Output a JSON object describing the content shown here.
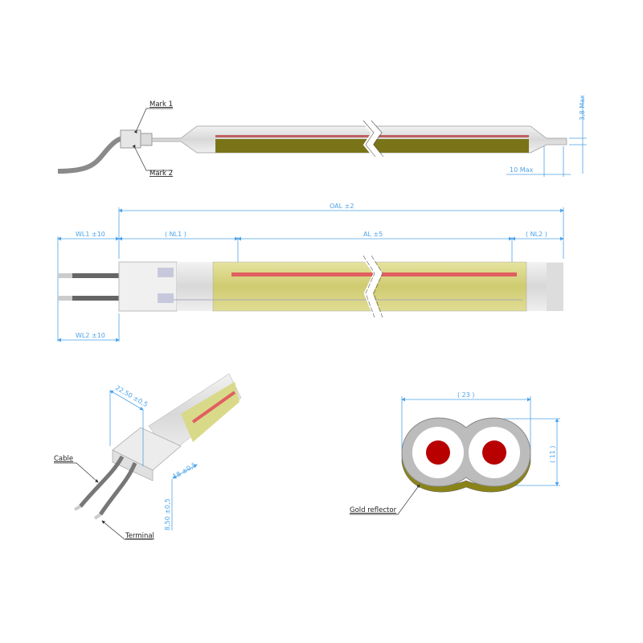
{
  "side_view": {
    "mark1": "Mark 1",
    "mark2": "Mark 2",
    "dim_height": "3,8 Max",
    "dim_length": "10 Max"
  },
  "top_view": {
    "oal": "OAL ±2",
    "wl1": "WL1 ±10",
    "nl1": "( NL1 )",
    "al": "AL ±5",
    "nl2": "( NL2 )",
    "wl2": "WL2 ±10"
  },
  "iso_view": {
    "width": "22,50 ±0,5",
    "depth": "18 ±0,5",
    "height": "8,50 ±0,5",
    "cable": "Cable",
    "terminal": "Terminal"
  },
  "cross_section": {
    "width": "( 23 )",
    "height": "( 11 )",
    "reflector": "Gold reflector"
  },
  "colors": {
    "gold": "#7a7418",
    "gold_light": "#d9d98a",
    "filament": "#e06060",
    "core": "#b80000",
    "dimension": "#4da3e8"
  }
}
